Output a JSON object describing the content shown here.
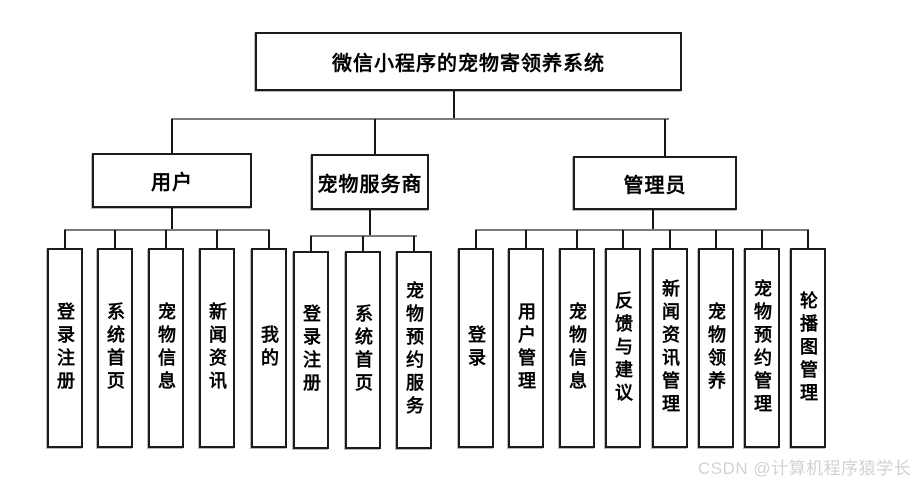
{
  "diagram": {
    "title": "微信小程序的宠物寄领养系统",
    "groups": [
      {
        "label": "用户",
        "children": [
          "登录注册",
          "系统首页",
          "宠物信息",
          "新闻资讯",
          "我的"
        ]
      },
      {
        "label": "宠物服务商",
        "children": [
          "登录注册",
          "系统首页",
          "宠物预约服务"
        ]
      },
      {
        "label": "管理员",
        "children": [
          "登录",
          "用户管理",
          "宠物信息",
          "反馈与建议",
          "新闻资讯管理",
          "宠物领养",
          "宠物预约管理",
          "轮播图管理"
        ]
      }
    ]
  },
  "watermark": {
    "text": "CSDN @计算机程序猿学长",
    "color": "#d2d2d2"
  },
  "colors": {
    "background": "#ffffff",
    "box_border": "#1c1c1c",
    "bus_line": "#7a7a7a",
    "drop_line": "#161616"
  }
}
